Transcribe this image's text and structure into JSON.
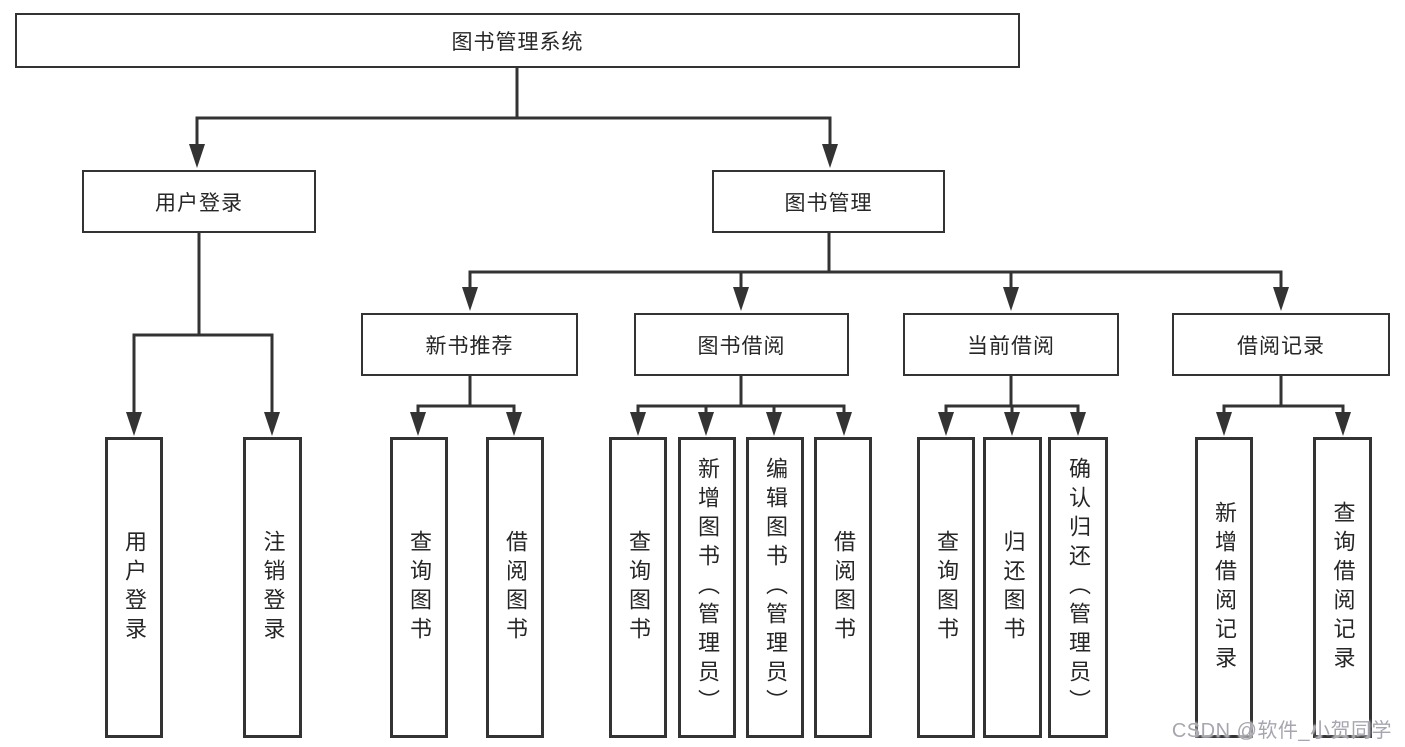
{
  "tree": {
    "label": "图书管理系统",
    "children": [
      {
        "label": "用户登录",
        "children": [
          {
            "label": "用户登录"
          },
          {
            "label": "注销登录"
          }
        ]
      },
      {
        "label": "图书管理",
        "children": [
          {
            "label": "新书推荐",
            "children": [
              {
                "label": "查询图书"
              },
              {
                "label": "借阅图书"
              }
            ]
          },
          {
            "label": "图书借阅",
            "children": [
              {
                "label": "查询图书"
              },
              {
                "label": "新增图书（管理员）"
              },
              {
                "label": "编辑图书（管理员）"
              },
              {
                "label": "借阅图书"
              }
            ]
          },
          {
            "label": "当前借阅",
            "children": [
              {
                "label": "查询图书"
              },
              {
                "label": "归还图书"
              },
              {
                "label": "确认归还（管理员）"
              }
            ]
          },
          {
            "label": "借阅记录",
            "children": [
              {
                "label": "新增借阅记录"
              },
              {
                "label": "查询借阅记录"
              }
            ]
          }
        ]
      }
    ]
  },
  "watermark": "CSDN @软件_小贺同学",
  "colors": {
    "line": "#333333",
    "text": "#262626",
    "background": "#ffffff",
    "watermark": "#a6a6b0"
  }
}
